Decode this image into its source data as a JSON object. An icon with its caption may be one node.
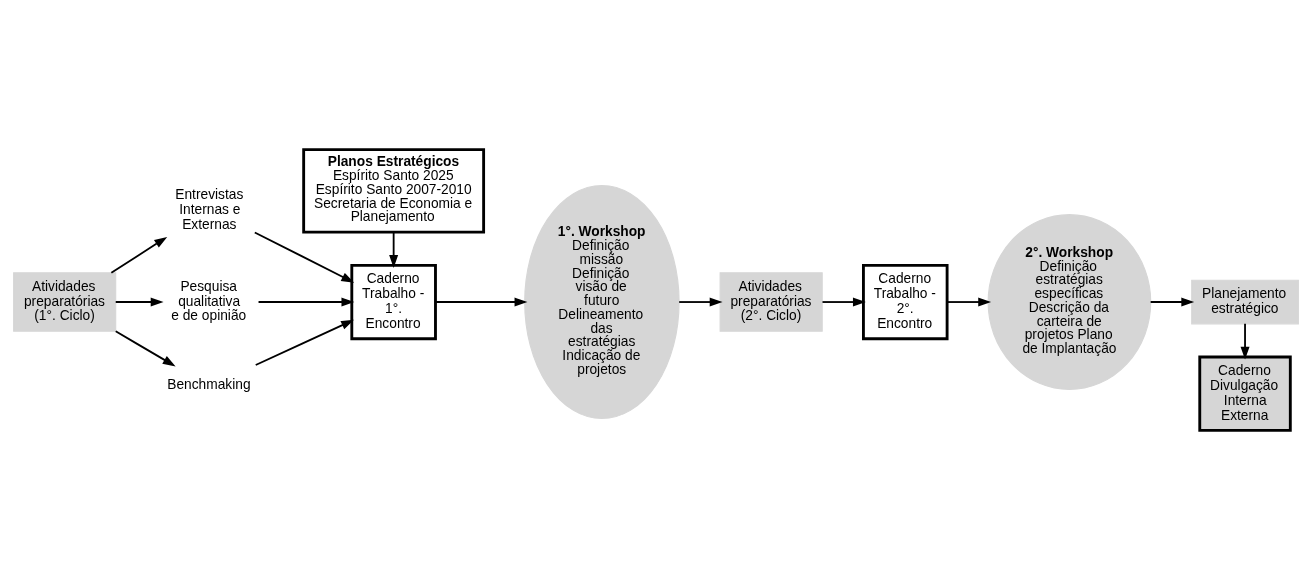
{
  "diagram": {
    "nodes": [
      {
        "text": [
          "Atividades preparatórias (1°. Ciclo)"
        ]
      },
      {
        "text": [
          "Entrevistas Internas e Externas"
        ]
      },
      {
        "text": [
          "Pesquisa qualitativa e de opinião"
        ]
      },
      {
        "text": [
          "Benchmaking"
        ]
      },
      {
        "text": [
          "Planos Estratégicos",
          "Espírito Santo 2025 Espírito Santo 2007-2010 Secretaria de Economia e Planejamento"
        ]
      },
      {
        "text": [
          "Caderno Trabalho - 1°. Encontro"
        ]
      },
      {
        "text": [
          "1°. Workshop",
          "Definição missão Definição visão de futuro Delineamento das estratégias Indicação de projetos"
        ]
      },
      {
        "text": [
          "Atividades preparatórias (2°. Ciclo)"
        ]
      },
      {
        "text": [
          "Caderno Trabalho - 2°. Encontro"
        ]
      },
      {
        "text": [
          "2°. Workshop",
          "Definição estratégias específicas Descrição da carteira de projetos Plano de Implantação"
        ]
      },
      {
        "text": [
          "Planejamento estratégico"
        ]
      },
      {
        "text": [
          "Caderno Divulgação Interna Externa"
        ]
      }
    ],
    "edges": [
      {
        "from": 0,
        "to": 1,
        "arrow": "to"
      },
      {
        "from": 0,
        "to": 2,
        "arrow": "to"
      },
      {
        "from": 0,
        "to": 3,
        "arrow": "to"
      },
      {
        "from": 1,
        "to": 5,
        "arrow": "to"
      },
      {
        "from": 2,
        "to": 5,
        "arrow": "to"
      },
      {
        "from": 3,
        "to": 5,
        "arrow": "to"
      },
      {
        "from": 4,
        "to": 5,
        "arrow": "to"
      },
      {
        "from": 5,
        "to": 6,
        "arrow": "to"
      },
      {
        "from": 6,
        "to": 7,
        "arrow": "to"
      },
      {
        "from": 7,
        "to": 8,
        "arrow": "to"
      },
      {
        "from": 8,
        "to": 9,
        "arrow": "to"
      },
      {
        "from": 9,
        "to": 10,
        "arrow": "to"
      },
      {
        "from": 10,
        "to": 11,
        "arrow": "to"
      }
    ]
  }
}
